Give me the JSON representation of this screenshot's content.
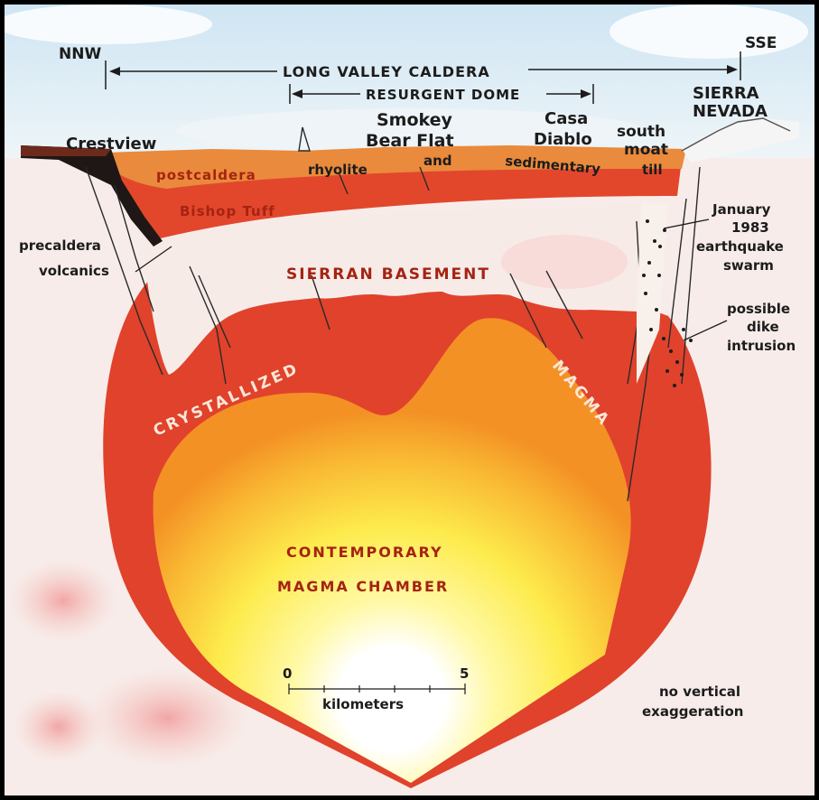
{
  "directions": {
    "left": "NNW",
    "right": "SSE"
  },
  "caldera": {
    "label": "LONG VALLEY CALDERA"
  },
  "dome": {
    "label": "RESURGENT DOME"
  },
  "places": {
    "crestview": "Crestview",
    "smokey_1": "Smokey",
    "smokey_2": "Bear Flat",
    "casa_1": "Casa",
    "casa_2": "Diablo",
    "south_1": "south",
    "south_2": "moat",
    "sierra_1": "SIERRA",
    "sierra_2": "NEVADA"
  },
  "fill_labels": {
    "postcaldera": "postcaldera",
    "rhyolite": "rhyolite",
    "and": "and",
    "sedimentary": "sedimentary",
    "till": "till"
  },
  "bishop_tuff": "Bishop Tuff",
  "precaldera": {
    "line1": "precaldera",
    "line2": "volcanics"
  },
  "sierran_basement": "SIERRAN BASEMENT",
  "crystallized": "CRYSTALLIZED",
  "magma_word": "MAGMA",
  "earthquake": {
    "line1": "January",
    "line2": "1983",
    "line3": "earthquake",
    "line4": "swarm"
  },
  "dike": {
    "line1": "possible",
    "line2": "dike",
    "line3": "intrusion"
  },
  "chamber": {
    "line1": "CONTEMPORARY",
    "line2": "MAGMA CHAMBER"
  },
  "scale": {
    "min": "0",
    "max": "5",
    "unit": "kilometers"
  },
  "note": {
    "line1": "no vertical",
    "line2": "exaggeration"
  },
  "colors": {
    "sky": "#dcecf6",
    "fill_layer": "#e98a3c",
    "bishop_tuff": "#e2472c",
    "crystallized": "#e0422c",
    "magma_core": "#ffffff",
    "magma_mid": "#fff56a",
    "magma_edge": "#f49a28",
    "basement": "#f7ebe8",
    "label_dark": "#1c1c1c",
    "label_red": "#a52312"
  }
}
